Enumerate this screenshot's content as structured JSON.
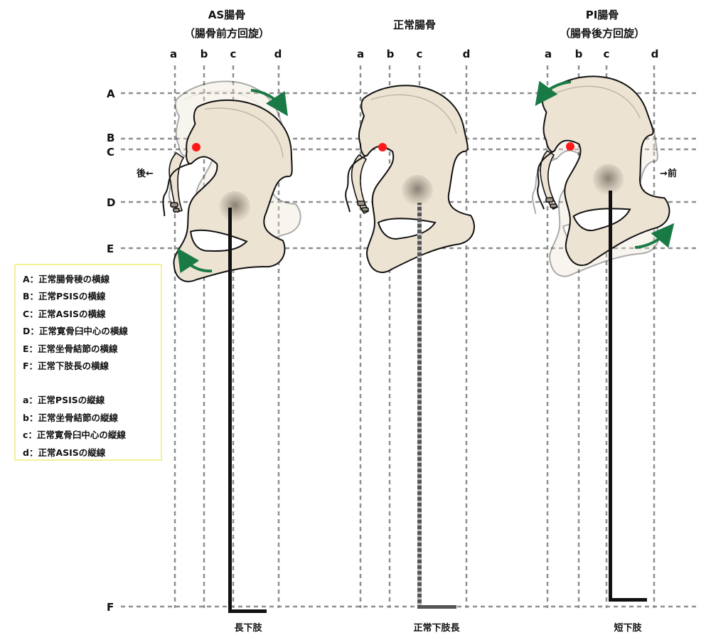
{
  "panels": [
    {
      "title_line1": "AS腸骨",
      "title_line2": "（腸骨前方回旋）",
      "cols": [
        "a",
        "b",
        "c",
        "d"
      ],
      "bottom_label": "長下肢"
    },
    {
      "title_line1": "正常腸骨",
      "title_line2": "",
      "cols": [
        "a",
        "b",
        "c",
        "d"
      ],
      "bottom_label": "正常下肢長"
    },
    {
      "title_line1": "PI腸骨",
      "title_line2": "（腸骨後方回旋）",
      "cols": [
        "a",
        "b",
        "c",
        "d"
      ],
      "bottom_label": "短下肢"
    }
  ],
  "rows": [
    "A",
    "B",
    "C",
    "D",
    "E",
    "F"
  ],
  "direction": {
    "posterior": "後←",
    "anterior": "→前"
  },
  "legend": {
    "rows": [
      "A：正常腸骨稜の横線",
      "B：正常PSISの横線",
      "C：正常ASISの横線",
      "D：正常寛骨臼中心の横線",
      "E：正常坐骨結節の横線",
      "F：正常下肢長の横線"
    ],
    "cols": [
      "a：正常PSISの縦線",
      "b：正常坐骨結節の縦線",
      "c：正常寛骨臼中心の縦線",
      "d：正常ASISの縦線"
    ]
  },
  "colors": {
    "bone": "#ede3d3",
    "outline": "#111111",
    "grid": "#8f8f8f",
    "arrow": "#1a7a45",
    "psis_dot": "#ff1a1a"
  }
}
